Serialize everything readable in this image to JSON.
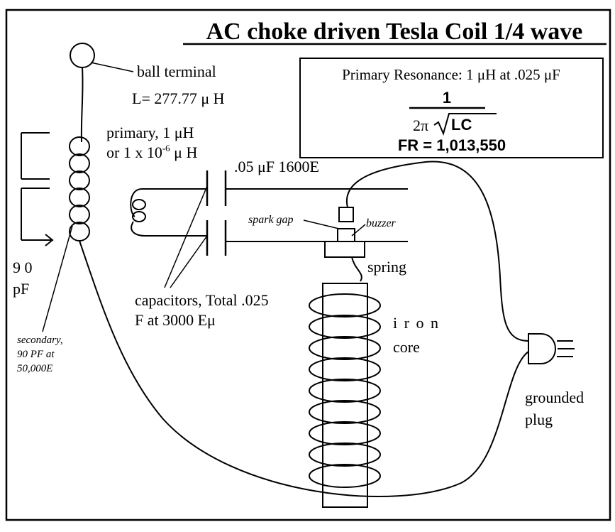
{
  "title": "AC choke driven Tesla Coil 1/4 wave",
  "resonance_box": {
    "line1": "Primary Resonance: 1 μH at .025 μF",
    "numerator": "1",
    "denominator_prefix": "2π",
    "denominator_root": "LC",
    "fr": "FR = 1,013,550"
  },
  "labels": {
    "ball_terminal": "ball terminal",
    "inductance": "L= 277.77 μ H",
    "primary_line1": "primary, 1 μH",
    "primary_line2_a": "or 1 x 10",
    "primary_line2_exp": "-6",
    "primary_line2_b": " μ H",
    "cap_rating": ".05 μF 1600E",
    "spark_gap": "spark gap",
    "buzzer": "buzzer",
    "spring": "spring",
    "capacitors_line1": "capacitors, Total .025",
    "capacitors_line2": "F at 3000 Eμ",
    "pf_line1": "9 0",
    "pf_line2": "pF",
    "secondary_line1": "secondary,",
    "secondary_line2": "90 PF at",
    "secondary_line3": "50,000E",
    "iron_line1": "i r o n",
    "iron_line2": "core",
    "plug_line1": "grounded",
    "plug_line2": "plug"
  }
}
